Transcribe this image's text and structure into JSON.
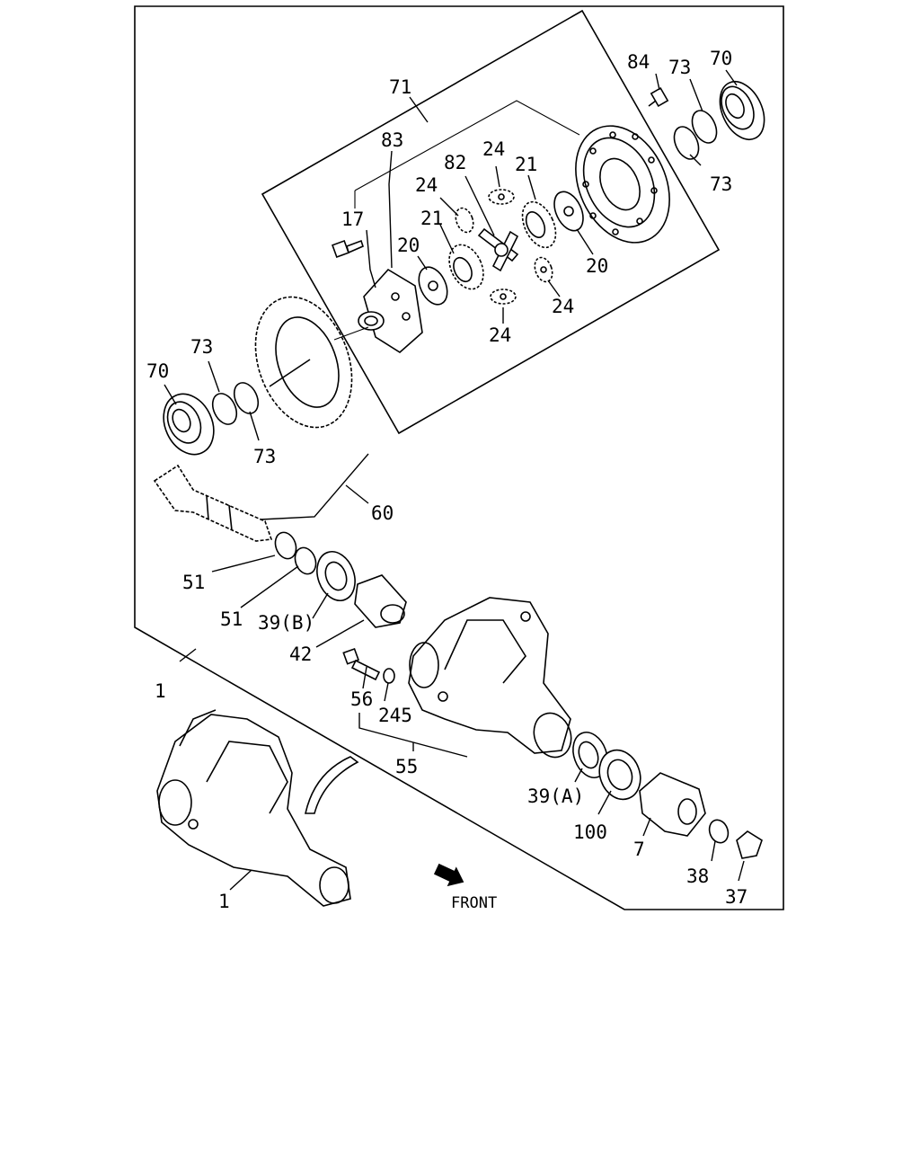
{
  "diagram": {
    "front_label": "FRONT",
    "part_labels": [
      {
        "key": "p71",
        "text": "71"
      },
      {
        "key": "p84",
        "text": "84"
      },
      {
        "key": "p73a",
        "text": "73"
      },
      {
        "key": "p70a",
        "text": "70"
      },
      {
        "key": "p73b",
        "text": "73"
      },
      {
        "key": "p83",
        "text": "83"
      },
      {
        "key": "p24a",
        "text": "24"
      },
      {
        "key": "p82",
        "text": "82"
      },
      {
        "key": "p21a",
        "text": "21"
      },
      {
        "key": "p24b",
        "text": "24"
      },
      {
        "key": "p17",
        "text": "17"
      },
      {
        "key": "p21b",
        "text": "21"
      },
      {
        "key": "p20a",
        "text": "20"
      },
      {
        "key": "p20b",
        "text": "20"
      },
      {
        "key": "p24c",
        "text": "24"
      },
      {
        "key": "p24d",
        "text": "24"
      },
      {
        "key": "p73c",
        "text": "73"
      },
      {
        "key": "p70b",
        "text": "70"
      },
      {
        "key": "p73d",
        "text": "73"
      },
      {
        "key": "p60",
        "text": "60"
      },
      {
        "key": "p51a",
        "text": "51"
      },
      {
        "key": "p51b",
        "text": "51"
      },
      {
        "key": "p39b",
        "text": "39(B)"
      },
      {
        "key": "p42",
        "text": "42"
      },
      {
        "key": "p1a",
        "text": "1"
      },
      {
        "key": "p56",
        "text": "56"
      },
      {
        "key": "p245",
        "text": "245"
      },
      {
        "key": "p55",
        "text": "55"
      },
      {
        "key": "p39a",
        "text": "39(A)"
      },
      {
        "key": "p100",
        "text": "100"
      },
      {
        "key": "p7",
        "text": "7"
      },
      {
        "key": "p38",
        "text": "38"
      },
      {
        "key": "p37",
        "text": "37"
      },
      {
        "key": "p1b",
        "text": "1"
      }
    ]
  }
}
